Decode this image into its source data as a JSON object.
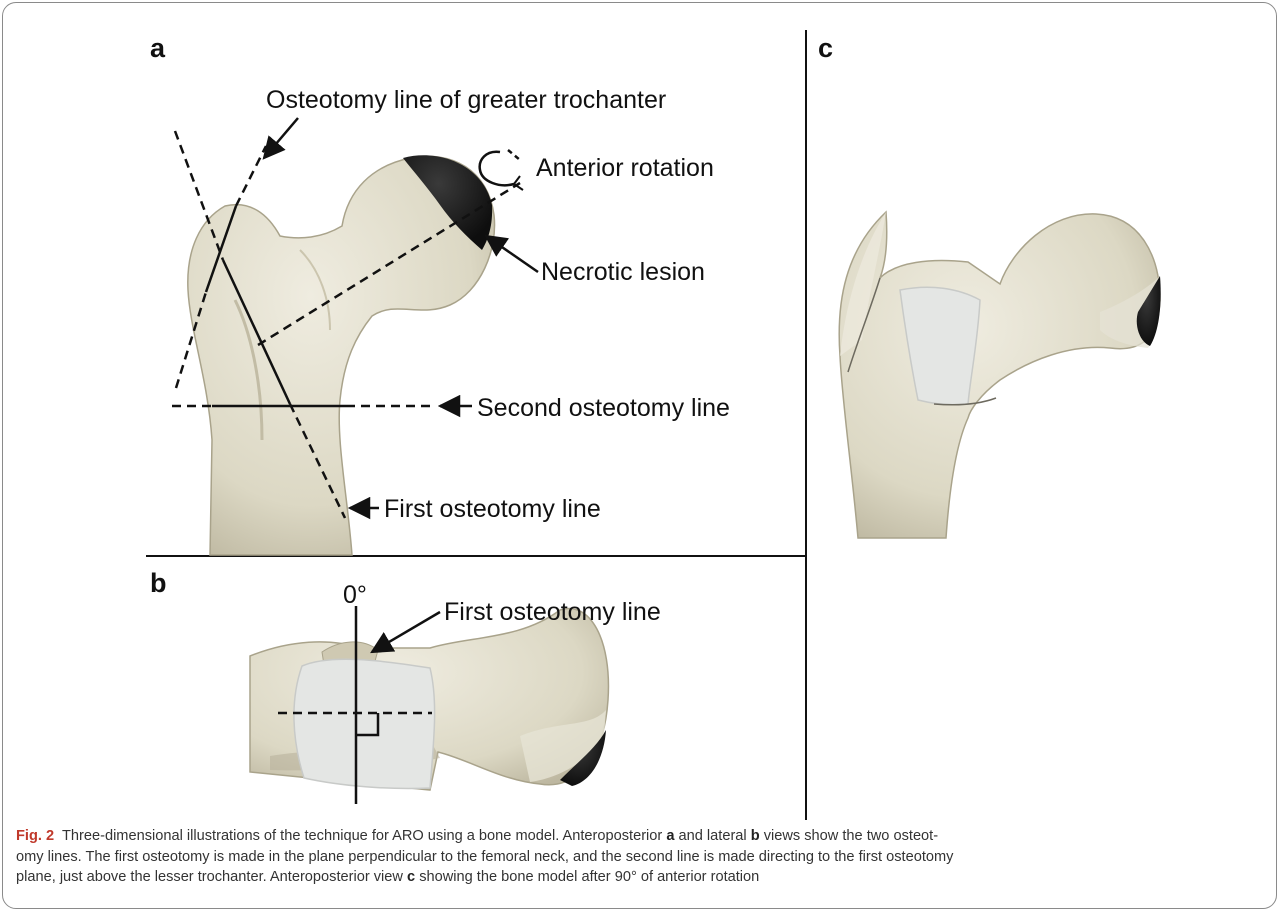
{
  "panels": {
    "a": "a",
    "b": "b",
    "c": "c"
  },
  "labels": {
    "greater_trochanter": "Osteotomy line of greater trochanter",
    "anterior_rotation": "Anterior rotation",
    "necrotic_lesion": "Necrotic lesion",
    "second_osteotomy": "Second osteotomy line",
    "first_osteotomy_a": "First osteotomy line",
    "zero_degree": "0°",
    "first_osteotomy_b": "First osteotomy line"
  },
  "caption": {
    "fig_label": "Fig. 2",
    "line1_pre": "Three-dimensional illustrations of the technique for ARO using a bone model. Anteroposterior ",
    "ref_a": "a",
    "line1_mid": " and lateral ",
    "ref_b": "b",
    "line1_post": " views show the two osteot-",
    "line2": "omy lines. The first osteotomy is made in the plane perpendicular to the femoral neck, and the second line is made directing to the first osteotomy",
    "line3_pre": "plane, just above the lesser trochanter. Anteroposterior view ",
    "ref_c": "c",
    "line3_post": " showing the bone model after 90° of anterior rotation"
  },
  "colors": {
    "bone": "#ddd9c6",
    "bone_shade": "#c7c2ab",
    "lesion": "#1c1c1c",
    "cut_face": "#e4e6e4"
  }
}
